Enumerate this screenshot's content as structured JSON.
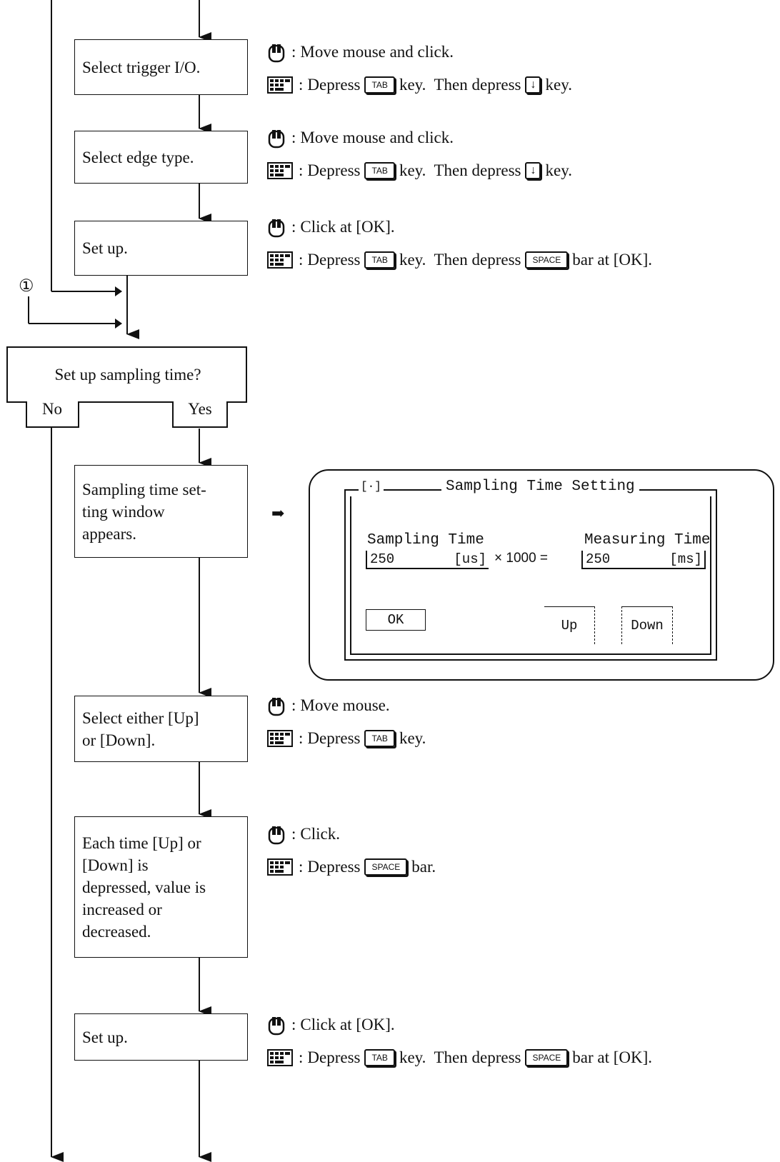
{
  "process_boxes": [
    {
      "text": "Select trigger I/O."
    },
    {
      "text": "Select edge type."
    },
    {
      "text": "Set up."
    },
    {
      "text": "Sampling time set-\nting window\nappears."
    },
    {
      "text": "Select either [Up]\nor [Down]."
    },
    {
      "text": "Each time [Up] or\n[Down] is\ndepressed, value is\nincreased or\ndecreased."
    },
    {
      "text": "Set up."
    }
  ],
  "decision": {
    "question": "Set up sampling time?",
    "no": "No",
    "yes": "Yes"
  },
  "connector": "①",
  "instructions": [
    {
      "mouse": "Move mouse and click.",
      "kb_pre": "Depress",
      "key1": "TAB",
      "kb_mid": "key.  Then depress",
      "key2": "↓",
      "kb_post": "key."
    },
    {
      "mouse": "Move mouse and click.",
      "kb_pre": "Depress",
      "key1": "TAB",
      "kb_mid": "key.  Then depress",
      "key2": "↓",
      "kb_post": "key."
    },
    {
      "mouse": "Click at [OK].",
      "kb_pre": "Depress",
      "key1": "TAB",
      "kb_mid": "key.  Then depress",
      "key2": "SPACE",
      "kb_post": "bar at [OK]."
    },
    {
      "mouse": "Move mouse.",
      "kb_pre": "Depress",
      "key1": "TAB",
      "kb_post": "key."
    },
    {
      "mouse": "Click.",
      "kb_pre": "Depress",
      "key1": "SPACE",
      "kb_post": "bar."
    },
    {
      "mouse": "Click at [OK].",
      "kb_pre": "Depress",
      "key1": "TAB",
      "kb_mid": "key.  Then depress",
      "key2": "SPACE",
      "kb_post": "bar at [OK]."
    }
  ],
  "colon": ":",
  "arrow_glyph": "➡",
  "dialog": {
    "close_glyph": "[·]",
    "title": "Sampling Time Setting",
    "sampling_label": "Sampling Time",
    "measuring_label": "Measuring Time",
    "sampling_value": "250",
    "sampling_unit": "[us]",
    "multiplier": "× 1000 =",
    "measuring_value": "250",
    "measuring_unit": "[ms]",
    "ok": "OK",
    "up": "Up",
    "down": "Down"
  }
}
